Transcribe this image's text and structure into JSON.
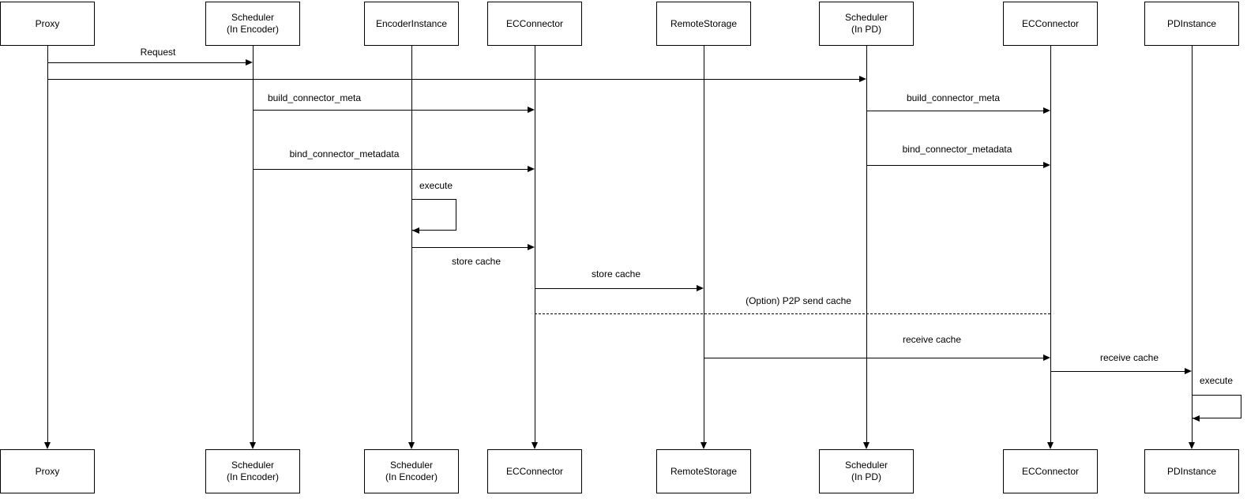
{
  "diagram": {
    "kind": "uml-sequence-diagram",
    "colors": {
      "line": "#000000",
      "box_fill": "#ffffff",
      "text": "#000000",
      "background": "#ffffff"
    }
  },
  "actors": {
    "top": [
      {
        "label": "Proxy"
      },
      {
        "label": "Scheduler",
        "sublabel": "(In Encoder)"
      },
      {
        "label": "EncoderInstance"
      },
      {
        "label": "ECConnector"
      },
      {
        "label": "RemoteStorage"
      },
      {
        "label": "Scheduler",
        "sublabel": "(In PD)"
      },
      {
        "label": "ECConnector"
      },
      {
        "label": "PDInstance"
      }
    ],
    "bottom": [
      {
        "label": "Proxy"
      },
      {
        "label": "Scheduler",
        "sublabel": "(In Encoder)"
      },
      {
        "label": "Scheduler",
        "sublabel": "(In Encoder)"
      },
      {
        "label": "ECConnector"
      },
      {
        "label": "RemoteStorage"
      },
      {
        "label": "Scheduler",
        "sublabel": "(In PD)"
      },
      {
        "label": "ECConnector"
      },
      {
        "label": "PDInstance"
      }
    ]
  },
  "messages": {
    "request": "Request",
    "build_meta_left": "build_connector_meta",
    "build_meta_right": "build_connector_meta",
    "bind_metadata_left": "bind_connector_metadata",
    "bind_metadata_right": "bind_connector_metadata",
    "execute_encoder": "execute",
    "store_cache_1": "store cache",
    "store_cache_2": "store cache",
    "p2p_send_cache": "(Option) P2P send cache",
    "receive_cache_1": "receive cache",
    "receive_cache_2": "receive cache",
    "execute_pd": "execute"
  }
}
